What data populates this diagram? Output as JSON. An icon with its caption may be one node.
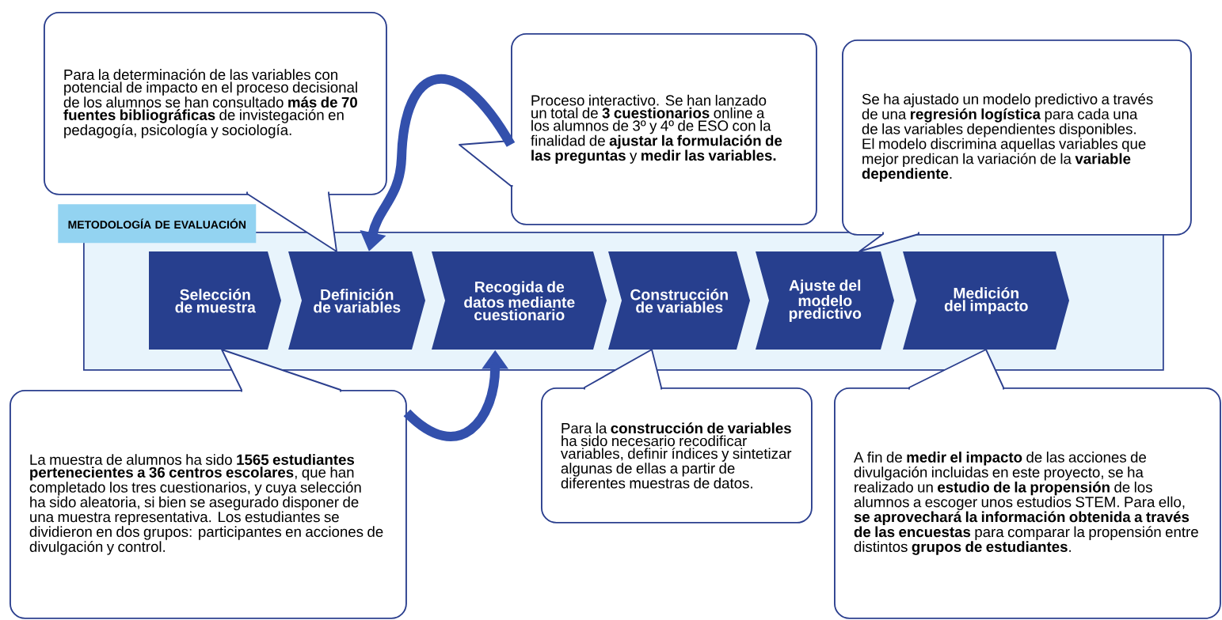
{
  "diagram": {
    "nodes": [
      {
        "text": [
          "METODOLOGÍA DE EVALUACIÓN"
        ]
      },
      {
        "text": [
          "Selección de muestra"
        ],
        "in": 0
      },
      {
        "text": [
          "Definición de variables"
        ],
        "in": 0
      },
      {
        "text": [
          "Recogida de datos mediante cuestionario"
        ],
        "in": 0
      },
      {
        "text": [
          "Construcción de variables"
        ],
        "in": 0
      },
      {
        "text": [
          "Ajuste del modelo predictivo"
        ],
        "in": 0
      },
      {
        "text": [
          "Medición del impacto"
        ],
        "in": 0
      },
      {
        "text": [
          "Para la determinación de las variables con potencial de impacto en el proceso decisional de los alumnos se han consultado **más de 70 fuentes bibliográficas** de invistegación en pedagogía, psicología y sociología."
        ]
      },
      {
        "text": [
          "Proceso interactivo. Se han lanzado un total de **3 cuestionarios** online a los alumnos de 3º y 4º de ESO con la finalidad de **ajustar la formulación de las preguntas** y **medir las variables.**"
        ]
      },
      {
        "text": [
          "Se ha ajustado un modelo predictivo a través de una **regresión logística** para cada una de las variables dependientes disponibles. El modelo discrimina aquellas variables que mejor predican la variación de la **variable dependiente**."
        ]
      },
      {
        "text": [
          "La muestra de alumnos ha sido **1565 estudiantes pertenecientes a 36 centros escolares**, que han completado los tres cuestionarios, y cuya selección ha sido aleatoria, si bien se asegurado disponer de una muestra representativa. Los estudiantes se dividieron en dos grupos: participantes en acciones de divulgación y control."
        ]
      },
      {
        "text": [
          "Para la **construcción de variables** ha sido necesario recodificar variables, definir índices y sintetizar algunas de ellas a partir de diferentes muestras de datos."
        ]
      },
      {
        "text": [
          "A fin de **medir el impacto** de las acciones de divulgación incluidas en este proyecto, se ha realizado un **estudio de la propensión** de los alumnos a escoger unos estudios STEM. Para ello, **se aprovechará la información obtenida a través de las encuestas** para comparar la propensión entre distintos **grupos de estudiantes**."
        ]
      }
    ],
    "edges": [
      {
        "from": 8,
        "to": 2,
        "arrow": "to"
      },
      {
        "from": 10,
        "to": 3,
        "arrow": "to"
      }
    ]
  }
}
